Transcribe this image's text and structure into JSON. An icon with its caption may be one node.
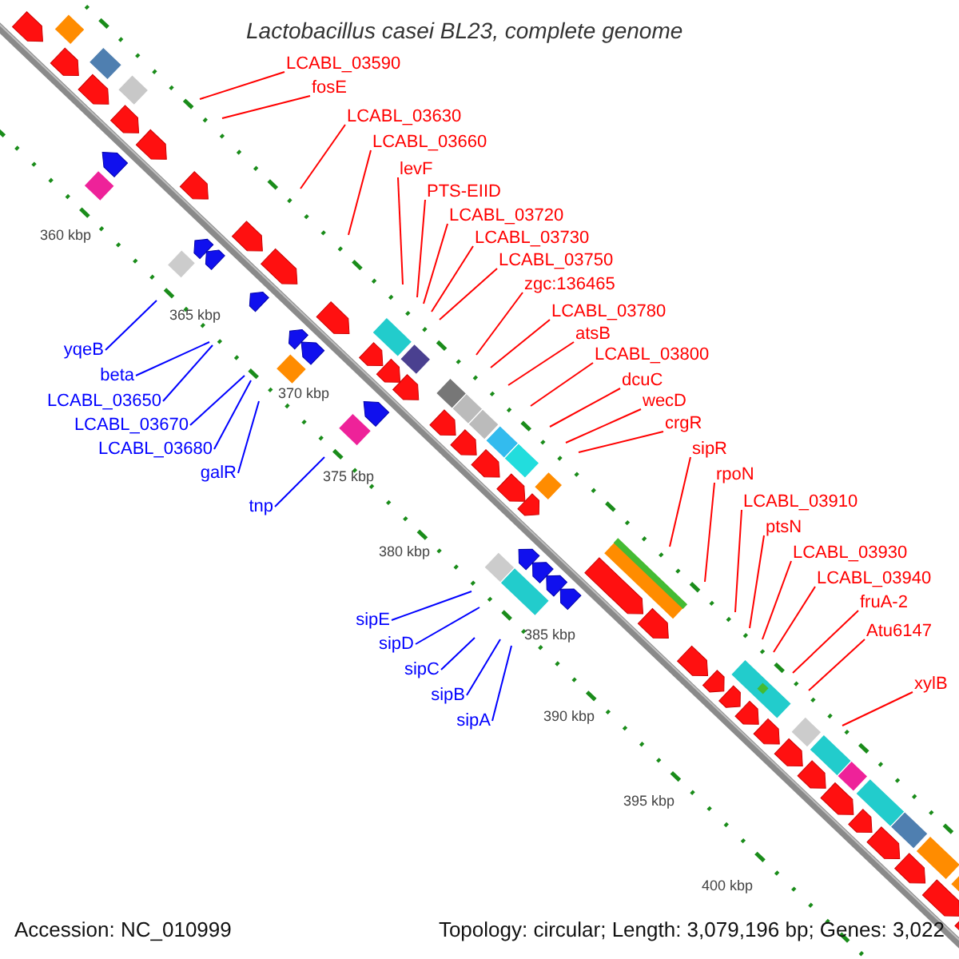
{
  "diagram": {
    "title": "Lactobacillus casei BL23, complete genome",
    "nodes": [
      {
        "text": [
          "LCABL_03590"
        ]
      },
      {
        "text": [
          "fosE"
        ]
      },
      {
        "text": [
          "LCABL_03630"
        ]
      },
      {
        "text": [
          "LCABL_03660"
        ]
      },
      {
        "text": [
          "levF"
        ]
      },
      {
        "text": [
          "PTS-EIID"
        ]
      },
      {
        "text": [
          "LCABL_03720"
        ]
      },
      {
        "text": [
          "LCABL_03730"
        ]
      },
      {
        "text": [
          "LCABL_03750"
        ]
      },
      {
        "text": [
          "zgc:136465"
        ]
      },
      {
        "text": [
          "LCABL_03780"
        ]
      },
      {
        "text": [
          "atsB"
        ]
      },
      {
        "text": [
          "LCABL_03800"
        ]
      },
      {
        "text": [
          "dcuC"
        ]
      },
      {
        "text": [
          "wecD"
        ]
      },
      {
        "text": [
          "crgR"
        ]
      },
      {
        "text": [
          "sipR"
        ]
      },
      {
        "text": [
          "rpoN"
        ]
      },
      {
        "text": [
          "LCABL_03910"
        ]
      },
      {
        "text": [
          "ptsN"
        ]
      },
      {
        "text": [
          "LCABL_03930"
        ]
      },
      {
        "text": [
          "LCABL_03940"
        ]
      },
      {
        "text": [
          "fruA-2"
        ]
      },
      {
        "text": [
          "Atu6147"
        ]
      },
      {
        "text": [
          "xylB"
        ]
      },
      {
        "text": [
          "yqeB"
        ]
      },
      {
        "text": [
          "beta"
        ]
      },
      {
        "text": [
          "LCABL_03650"
        ]
      },
      {
        "text": [
          "LCABL_03670"
        ]
      },
      {
        "text": [
          "LCABL_03680"
        ]
      },
      {
        "text": [
          "galR"
        ]
      },
      {
        "text": [
          "tnp"
        ]
      },
      {
        "text": [
          "sipE"
        ]
      },
      {
        "text": [
          "sipD"
        ]
      },
      {
        "text": [
          "sipC"
        ]
      },
      {
        "text": [
          "sipB"
        ]
      },
      {
        "text": [
          "sipA"
        ]
      }
    ],
    "edges": [
      {
        "from": 0,
        "to": null,
        "arrow": "none"
      },
      {
        "from": 1,
        "to": null,
        "arrow": "none"
      },
      {
        "from": 2,
        "to": null,
        "arrow": "none"
      },
      {
        "from": 3,
        "to": null,
        "arrow": "none"
      },
      {
        "from": 4,
        "to": null,
        "arrow": "none"
      },
      {
        "from": 5,
        "to": null,
        "arrow": "none"
      },
      {
        "from": 6,
        "to": null,
        "arrow": "none"
      },
      {
        "from": 7,
        "to": null,
        "arrow": "none"
      },
      {
        "from": 8,
        "to": null,
        "arrow": "none"
      },
      {
        "from": 9,
        "to": null,
        "arrow": "none"
      },
      {
        "from": 10,
        "to": null,
        "arrow": "none"
      },
      {
        "from": 11,
        "to": null,
        "arrow": "none"
      },
      {
        "from": 12,
        "to": null,
        "arrow": "none"
      },
      {
        "from": 13,
        "to": null,
        "arrow": "none"
      },
      {
        "from": 14,
        "to": null,
        "arrow": "none"
      },
      {
        "from": 15,
        "to": null,
        "arrow": "none"
      },
      {
        "from": 16,
        "to": null,
        "arrow": "none"
      },
      {
        "from": 17,
        "to": null,
        "arrow": "none"
      },
      {
        "from": 18,
        "to": null,
        "arrow": "none"
      },
      {
        "from": 19,
        "to": null,
        "arrow": "none"
      },
      {
        "from": 20,
        "to": null,
        "arrow": "none"
      },
      {
        "from": 21,
        "to": null,
        "arrow": "none"
      },
      {
        "from": 22,
        "to": null,
        "arrow": "none"
      },
      {
        "from": 23,
        "to": null,
        "arrow": "none"
      },
      {
        "from": 24,
        "to": null,
        "arrow": "none"
      },
      {
        "from": 25,
        "to": null,
        "arrow": "none",
        "color": "#0000ff"
      },
      {
        "from": 26,
        "to": null,
        "arrow": "none",
        "color": "#0000ff"
      },
      {
        "from": 27,
        "to": null,
        "arrow": "none",
        "color": "#0000ff"
      },
      {
        "from": 28,
        "to": null,
        "arrow": "none",
        "color": "#0000ff"
      },
      {
        "from": 29,
        "to": null,
        "arrow": "none",
        "color": "#0000ff"
      },
      {
        "from": 30,
        "to": null,
        "arrow": "none",
        "color": "#0000ff"
      },
      {
        "from": 31,
        "to": null,
        "arrow": "none",
        "color": "#0000ff"
      },
      {
        "from": 32,
        "to": null,
        "arrow": "none",
        "color": "#0000ff"
      },
      {
        "from": 33,
        "to": null,
        "arrow": "none",
        "color": "#0000ff"
      },
      {
        "from": 34,
        "to": null,
        "arrow": "none",
        "color": "#0000ff"
      },
      {
        "from": 35,
        "to": null,
        "arrow": "none",
        "color": "#0000ff"
      },
      {
        "from": 36,
        "to": null,
        "arrow": "none",
        "color": "#0000ff"
      }
    ],
    "labels": [
      "360 kbp",
      "365 kbp",
      "370 kbp",
      "375 kbp",
      "380 kbp",
      "385 kbp",
      "390 kbp",
      "395 kbp",
      "400 kbp",
      "Accession: NC_010999",
      "Topology: circular; Length: 3,079,196 bp; Genes: 3,022"
    ]
  }
}
